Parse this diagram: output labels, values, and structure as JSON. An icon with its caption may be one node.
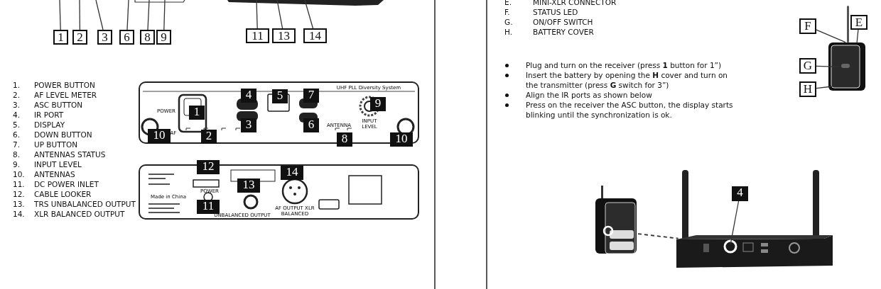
{
  "diagram": {
    "nodes": [
      {
        "text": [
          "1"
        ]
      },
      {
        "text": [
          "2"
        ]
      },
      {
        "text": [
          "3"
        ]
      },
      {
        "text": [
          "6"
        ]
      },
      {
        "text": [
          "8"
        ]
      },
      {
        "text": [
          "9"
        ]
      },
      {
        "text": [
          "11"
        ]
      },
      {
        "text": [
          "13"
        ]
      },
      {
        "text": [
          "14"
        ]
      },
      {
        "text": [
          "UHF PLL Diversity System",
          "POWER",
          "AF",
          "ANTENNA",
          "INPUT LEVEL"
        ]
      },
      {
        "text": [
          "4"
        ],
        "in": 9
      },
      {
        "text": [
          "7"
        ],
        "in": 9
      },
      {
        "text": [
          "5"
        ],
        "in": 9
      },
      {
        "text": [
          "9"
        ],
        "in": 9
      },
      {
        "text": [
          "1"
        ],
        "in": 9
      },
      {
        "text": [
          "3"
        ],
        "in": 9
      },
      {
        "text": [
          "6"
        ],
        "in": 9
      },
      {
        "text": [
          "10"
        ],
        "in": 9
      },
      {
        "text": [
          "2"
        ],
        "in": 9
      },
      {
        "text": [
          "8"
        ],
        "in": 9
      },
      {
        "text": [
          "10"
        ],
        "in": 9
      },
      {
        "text": [
          "POWER",
          "Made in China",
          "UNBALANCED OUTPUT",
          "AF OUTPUT XLR BALANCED"
        ]
      },
      {
        "text": [
          "12"
        ],
        "in": 21
      },
      {
        "text": [
          "14"
        ],
        "in": 21
      },
      {
        "text": [
          "13"
        ],
        "in": 21
      },
      {
        "text": [
          "11"
        ],
        "in": 21
      },
      {
        "text": [
          "F"
        ]
      },
      {
        "text": [
          "E"
        ]
      },
      {
        "text": [
          "G"
        ]
      },
      {
        "text": [
          "H"
        ]
      },
      {
        "text": [
          "4"
        ],
        "in": 32
      },
      {
        "text": [],
        "shape": "picture"
      },
      {
        "text": [],
        "shape": "picture"
      },
      {
        "text": [],
        "shape": "picture"
      }
    ],
    "edges": [
      {
        "from": 0,
        "to": null,
        "arrow": "none"
      },
      {
        "from": 1,
        "to": null,
        "arrow": "none"
      },
      {
        "from": 2,
        "to": null,
        "arrow": "none"
      },
      {
        "from": 3,
        "to": null,
        "arrow": "none"
      },
      {
        "from": 4,
        "to": null,
        "arrow": "none"
      },
      {
        "from": 5,
        "to": null,
        "arrow": "none"
      },
      {
        "from": 6,
        "to": null,
        "arrow": "none"
      },
      {
        "from": 7,
        "to": null,
        "arrow": "none"
      },
      {
        "from": 8,
        "to": null,
        "arrow": "none"
      },
      {
        "from": 26,
        "to": 33,
        "arrow": "none"
      },
      {
        "from": 27,
        "to": 33,
        "arrow": "none"
      },
      {
        "from": 28,
        "to": 33,
        "arrow": "none"
      },
      {
        "from": 29,
        "to": 33,
        "arrow": "none"
      },
      {
        "from": 30,
        "to": 32,
        "arrow": "none"
      },
      {
        "from": 31,
        "to": 32,
        "arrow": "none",
        "style": "dashed"
      }
    ],
    "labels": [
      "1.",
      "POWER BUTTON",
      "2.",
      "AF LEVEL METER",
      "3.",
      "ASC BUTTON",
      "4.",
      "IR PORT",
      "5.",
      "DISPLAY",
      "6.",
      "DOWN BUTTON",
      "7.",
      "UP BUTTON",
      "8.",
      "ANTENNAS STATUS",
      "9.",
      "INPUT LEVEL",
      "10.",
      "ANTENNAS",
      "11.",
      "DC POWER INLET",
      "12.",
      "CABLE LOOKER",
      "13.",
      "TRS UNBALANCED OUTPUT",
      "14.",
      "XLR BALANCED OUTPUT",
      "E.",
      "MINI-XLR CONNECTOR",
      "F.",
      "STATUS LED",
      "G.",
      "ON/OFF SWITCH",
      "H.",
      "BATTERY COVER",
      "Plug and turn on the receiver (press **1** button for 1”)",
      "Insert the battery by opening the **H** cover and turn on the transmitter (press **G** switch for 3”)",
      "Align the IR ports as shown below",
      "Press on the receiver the ASC button, the display starts blinking until the synchronization is ok."
    ]
  }
}
